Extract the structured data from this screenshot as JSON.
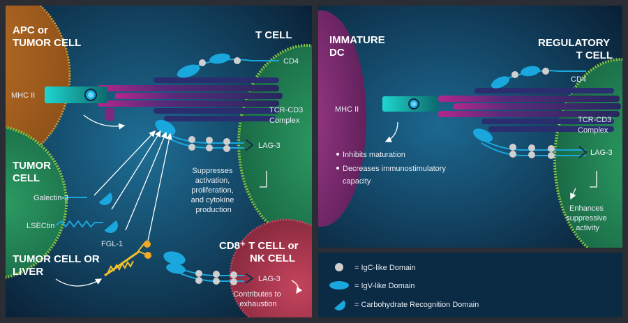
{
  "left_panel": {
    "apc_title": [
      "APC or",
      "TUMOR CELL"
    ],
    "t_cell_title": "T CELL",
    "tumor_cell_title": [
      "TUMOR",
      "CELL"
    ],
    "tumor_liver_title": [
      "TUMOR CELL OR",
      "LIVER"
    ],
    "cd8_title": [
      "CD8⁺ T CELL or",
      "NK CELL"
    ],
    "mhc_ii": "MHC II",
    "cd4": "CD4",
    "tcr_cd3": [
      "TCR-CD3",
      "Complex"
    ],
    "lag3": "LAG-3",
    "lag3_nk": "LAG-3",
    "galectin3": "Galectin-3",
    "lsectin": "LSECtin",
    "fgl1": "FGL-1",
    "suppresses": [
      "Suppresses",
      "activation,",
      "proliferation,",
      "and cytokine",
      "production"
    ],
    "contributes": [
      "Contributes to",
      "exhaustion"
    ]
  },
  "right_panel": {
    "immature_dc_title": [
      "IMMATURE",
      "DC"
    ],
    "regulatory_title": [
      "REGULATORY",
      "T CELL"
    ],
    "mhc_ii": "MHC II",
    "cd4": "CD4",
    "tcr_cd3": [
      "TCR-CD3",
      "Complex"
    ],
    "lag3": "LAG-3",
    "bullets": [
      "Inhibits maturation",
      "Decreases immunostimulatory",
      "capacity"
    ],
    "enhances": [
      "Enhances",
      "suppressive",
      "activity"
    ]
  },
  "legend": {
    "igc": "= IgC-like Domain",
    "igv": "= IgV-like Domain",
    "crd": "= Carbohydrate Recognition Domain"
  },
  "colors": {
    "background_dark": "#0b2a44",
    "background_light": "#1f6f96",
    "apc_cell": "#d07a22",
    "t_cell": "#1f8a55",
    "membrane": "#8cc63f",
    "dc_cell": "#8e2a78",
    "nk_cell": "#b8374f",
    "mhc": "#19c6c0",
    "tcr": "#2a2d6e",
    "igv": "#1aa7dd",
    "fgl1": "#f2c12e"
  }
}
